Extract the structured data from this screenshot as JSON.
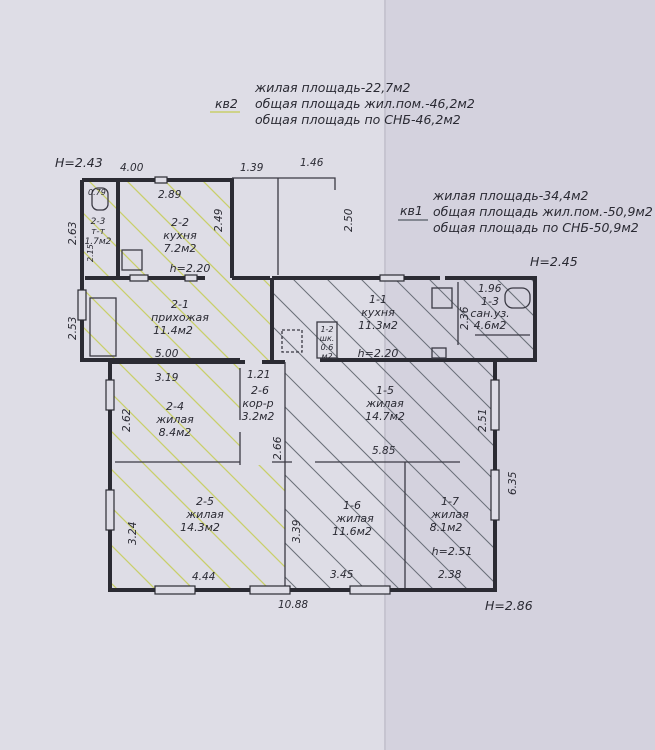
{
  "apartment2": {
    "tag": "кв2",
    "living_area": "жилая площадь-22,7м2",
    "total_living": "общая площадь жил.пом.-46,2м2",
    "total_snb": "общая площадь по СНБ-46,2м2"
  },
  "apartment1": {
    "tag": "кв1",
    "living_area": "жилая площадь-34,4м2",
    "total_living": "общая площадь жил.пом.-50,9м2",
    "total_snb": "общая площадь по СНБ-50,9м2"
  },
  "heights": {
    "h_left": "H=2.43",
    "h_right": "H=2.45",
    "h_bottom": "H=2.86"
  },
  "dimensions": {
    "d400": "4.00",
    "d139": "1.39",
    "d146": "1.46",
    "d289": "2.89",
    "d249": "2.49",
    "d263": "2.63",
    "d079": "0.79",
    "d215": "2.15",
    "d253": "2.53",
    "d500": "5.00",
    "d250": "2.50",
    "d196": "1.96",
    "d236": "2.36",
    "d319": "3.19",
    "d121": "1.21",
    "d262": "2.62",
    "d266": "2.66",
    "d585": "5.85",
    "d251": "2.51",
    "d635": "6.35",
    "d324": "3.24",
    "d339": "3.39",
    "d444": "4.44",
    "d345": "3.45",
    "d238": "2.38",
    "d1088": "10.88"
  },
  "rooms": [
    {
      "id": "2-2",
      "name": "кухня",
      "area": "7.2м2",
      "h": "h=2.20"
    },
    {
      "id": "2-3",
      "name": "т-т",
      "area": "1.7м2"
    },
    {
      "id": "2-1",
      "name": "прихожая",
      "area": "11.4м2"
    },
    {
      "id": "1-1",
      "name": "кухня",
      "area": "11.3м2",
      "h": "h=2.20"
    },
    {
      "id": "1-2",
      "name": "шк.",
      "area": "0.6",
      "unit": "м2"
    },
    {
      "id": "1-3",
      "name": "сан.уз.",
      "area": "4.6м2"
    },
    {
      "id": "2-4",
      "name": "жилая",
      "area": "8.4м2"
    },
    {
      "id": "2-6",
      "name": "кор-р",
      "area": "3.2м2"
    },
    {
      "id": "1-5",
      "name": "жилая",
      "area": "14.7м2"
    },
    {
      "id": "2-5",
      "name": "жилая",
      "area": "14.3м2"
    },
    {
      "id": "1-6",
      "name": "жилая",
      "area": "11.6м2"
    },
    {
      "id": "1-7",
      "name": "жилая",
      "area": "8.1м2",
      "h": "h=2.51"
    }
  ]
}
